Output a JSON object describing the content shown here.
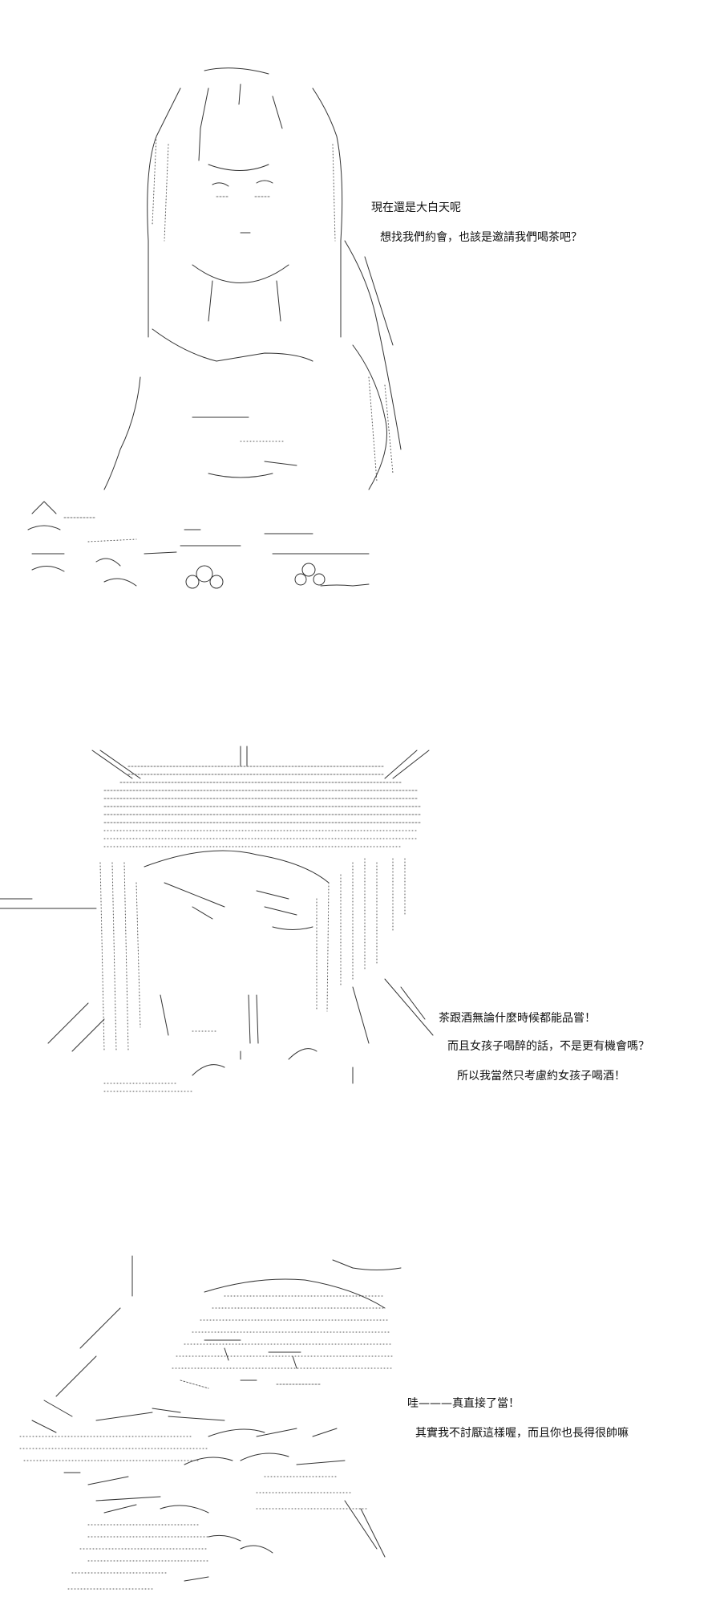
{
  "panels": [
    {
      "lines": [
        "現在還是大白天呢",
        "想找我們約會，也該是邀請我們喝茶吧？"
      ]
    },
    {
      "lines": [
        "茶跟酒無論什麼時候都能品嘗！",
        "而且女孩子喝醉的話，不是更有機會嗎？",
        "所以我當然只考慮約女孩子喝酒！"
      ]
    },
    {
      "lines": [
        "哇———真直接了當！",
        "其實我不討厭這樣喔，而且你也長得很帥嘛"
      ]
    }
  ]
}
